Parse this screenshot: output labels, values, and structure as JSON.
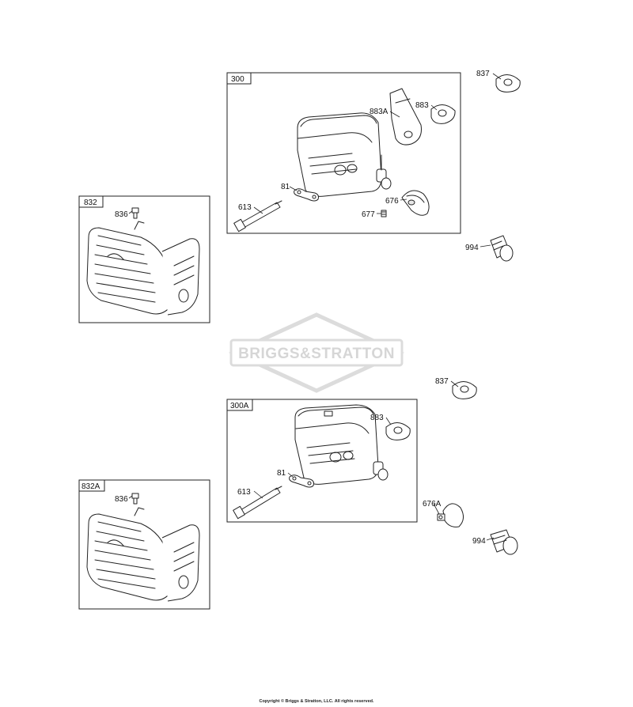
{
  "watermark": {
    "text": "BRIGGS&STRATTON"
  },
  "copyright": "Copyright © Briggs & Stratton, LLC. All rights reserved.",
  "boxes": {
    "b300": "300",
    "b300A": "300A",
    "b832": "832",
    "b832A": "832A"
  },
  "callouts": {
    "c837_top": "837",
    "c883_top": "883",
    "c883A": "883A",
    "c81_top": "81",
    "c613_top": "613",
    "c676": "676",
    "c677": "677",
    "c994_top": "994",
    "c836_top": "836",
    "c837_bot": "837",
    "c883_bot": "883",
    "c81_bot": "81",
    "c613_bot": "613",
    "c676A": "676A",
    "c994_bot": "994",
    "c836_bot": "836"
  }
}
